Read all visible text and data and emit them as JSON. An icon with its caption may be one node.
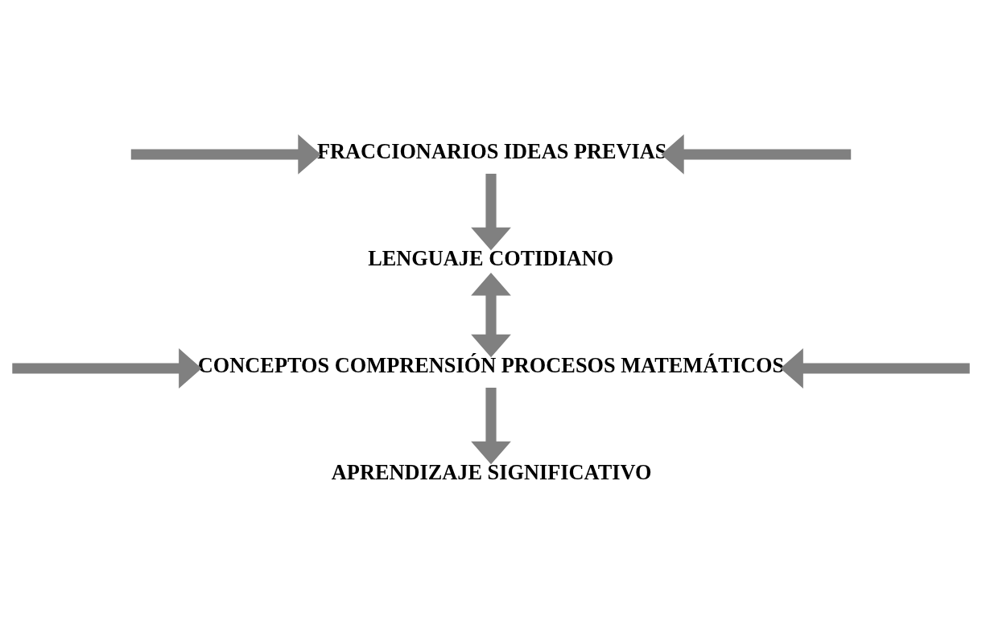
{
  "diagram": {
    "nodes": [
      {
        "text": [
          "FRACCIONARIOS IDEAS PREVIAS"
        ]
      },
      {
        "text": [
          "LENGUAJE COTIDIANO"
        ]
      },
      {
        "text": [
          "CONCEPTOS COMPRENSIÓN PROCESOS MATEMÁTICOS"
        ]
      },
      {
        "text": [
          "APRENDIZAJE SIGNIFICATIVO"
        ]
      }
    ],
    "edges": [
      {
        "from": null,
        "to": 0,
        "arrow": "to"
      },
      {
        "from": null,
        "to": 0,
        "arrow": "to"
      },
      {
        "from": 0,
        "to": 1,
        "arrow": "to"
      },
      {
        "from": 1,
        "to": 2,
        "arrow": "both"
      },
      {
        "from": null,
        "to": 2,
        "arrow": "to"
      },
      {
        "from": null,
        "to": 2,
        "arrow": "to"
      },
      {
        "from": 2,
        "to": 3,
        "arrow": "to"
      }
    ]
  }
}
